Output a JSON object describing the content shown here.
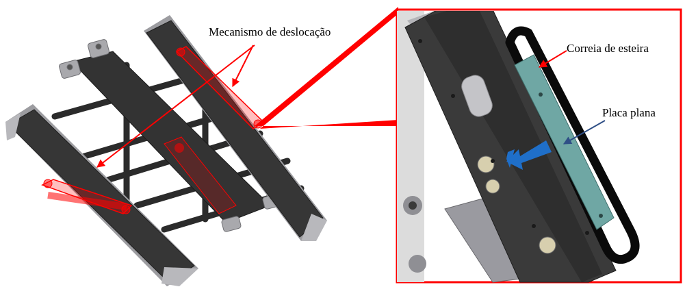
{
  "labels": {
    "mechanism": "Mecanismo de deslocação",
    "belt": "Correia de esteira",
    "plate": "Placa plana"
  },
  "colors": {
    "highlight": "#ff0000",
    "frame": "#ff0000",
    "body_dark": "#3a3a3a",
    "body_mid": "#5a5a5a",
    "metal": "#a9a9ad",
    "plate": "#6fa7a4",
    "blue_arrow": "#1f6fc9",
    "plate_pointer": "#2f4f86"
  }
}
